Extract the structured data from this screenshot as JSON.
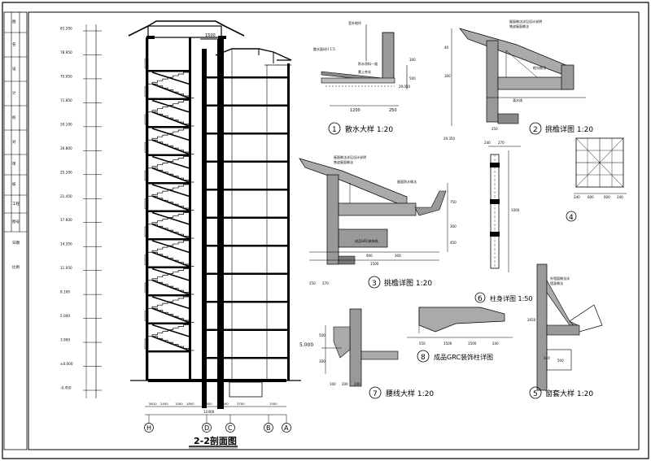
{
  "section": {
    "title": "2-2剖面图",
    "elev_labels": [
      "81.200",
      "78.950",
      "75.050",
      "71.850",
      "20.100",
      "26.800",
      "25.200",
      "21.450",
      "17.600",
      "14.350",
      "11.050",
      "8.100",
      "5.000",
      "3.900",
      "±0.000",
      "-0.450"
    ],
    "bottom_dims": [
      "5610",
      "2400",
      "1500",
      "1800",
      "3800",
      "1800",
      "3700",
      "1500"
    ],
    "total_dim": "12400",
    "axes": [
      "H",
      "D",
      "C",
      "B",
      "A"
    ],
    "top_dim": "1500"
  },
  "details": {
    "d1_title": "散水大样 1:20",
    "d1_number": "1",
    "d1_labels": [
      "室外地坪",
      "散水面(砂) 1:5",
      "防水涂料一道",
      "素土夯实",
      "1200",
      "250",
      "300",
      "500",
      "29.050"
    ],
    "d2_title": "挑檐详图 1:20",
    "d2_number": "2",
    "d2_labels": [
      "屋面做法详见设计说明",
      "铁皮屋面做法",
      "檐沟做法",
      "滴水线",
      "40",
      "300",
      "250",
      "29.350"
    ],
    "d3_title": "挑檐详图 1:20",
    "d3_number": "3",
    "d3_labels": [
      "屋面做法详见设计说明",
      "铁皮屋面做法",
      "屋面防水做法",
      "成品GRC装饰线",
      "900",
      "300",
      "750",
      "300",
      "450",
      "1500",
      "250",
      "270"
    ],
    "d4_number": "4",
    "d4_labels": [
      "240",
      "600",
      "600",
      "240"
    ],
    "d5_title": "窗套大样 1:20",
    "d5_number": "5",
    "d5_labels": [
      "外墙面做法详",
      "墙身做法",
      "240",
      "500",
      "2650"
    ],
    "d6_title": "柱身详图 1:50",
    "d6_number": "6",
    "d6_labels": [
      "240",
      "270",
      "1000"
    ],
    "d7_title": "腰线大样 1:20",
    "d7_number": "7",
    "d7_labels": [
      "5.000",
      "500",
      "300",
      "100",
      "200",
      "240"
    ],
    "d8_title": "成品GRC装饰柱详图",
    "d8_number": "8",
    "d8_labels": [
      "550",
      "1500",
      "1500",
      "240"
    ]
  },
  "titleblock": {
    "labels": [
      "图",
      "名",
      "设",
      "计",
      "校",
      "对",
      "审",
      "核",
      "工程",
      "图号",
      "日期",
      "比例"
    ]
  }
}
